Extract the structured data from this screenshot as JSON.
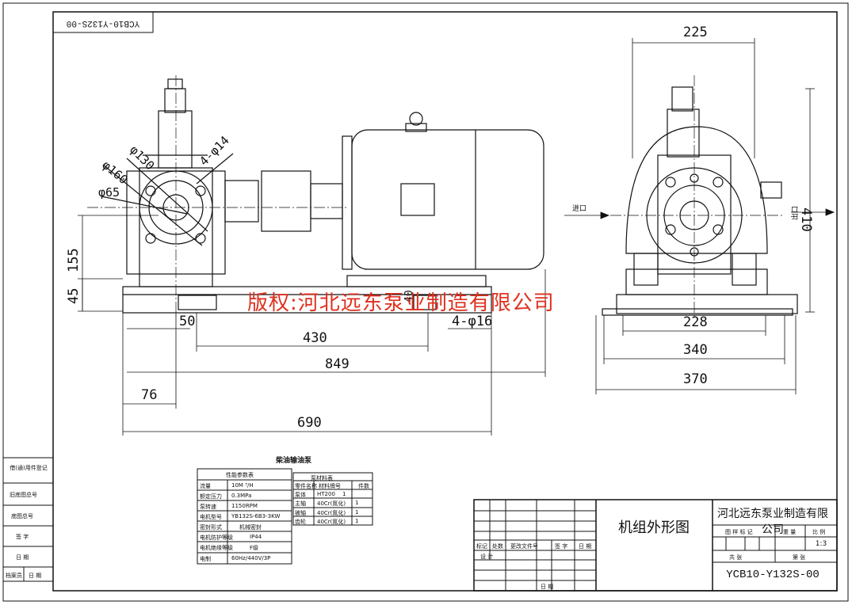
{
  "drawing_code_top": "YCB10-Y132S-00",
  "watermark": "版权:河北远东泵业制造有限公司",
  "dimensions": {
    "d225": "225",
    "d410": "410",
    "d228": "228",
    "d340": "340",
    "d370": "370",
    "d50": "50",
    "d430": "430",
    "d849": "849",
    "d76": "76",
    "d690": "690",
    "d155": "155",
    "d45": "45",
    "d40": "40",
    "holes": "4-φ16",
    "phi160": "φ160",
    "phi130": "φ130",
    "phi14": "4-φ14",
    "phi65": "φ65"
  },
  "labels": {
    "inlet": "进口",
    "outlet": "出口",
    "pump_name": "柴油输油泵"
  },
  "perf_table": {
    "title": "性能参数表",
    "rows": [
      [
        "流量",
        "10M ³/H"
      ],
      [
        "额定压力",
        "0.3MPa"
      ],
      [
        "泵转速",
        "1150RPM"
      ],
      [
        "电机型号",
        "YB132S-6B3-3KW"
      ],
      [
        "密封形式",
        "机械密封"
      ],
      [
        "电机防护等级",
        "IP44"
      ],
      [
        "电机绝缘等级",
        "F级"
      ],
      [
        "电制",
        "60Hz/440V/3P"
      ]
    ]
  },
  "material_table": {
    "title": "泵材料表",
    "header": [
      "零件名称",
      "材料牌号",
      "件数"
    ],
    "rows": [
      [
        "泵体",
        "HT200",
        "1"
      ],
      [
        "主轴",
        "40Cr(氮化)",
        "1"
      ],
      [
        "被轴",
        "40Cr(氮化)",
        "1"
      ],
      [
        "齿轮",
        "40Cr(氮化)",
        "1"
      ]
    ]
  },
  "left_margin": {
    "rows": [
      "借(通)用件登记",
      "旧底图总号",
      "底图总号",
      "签  字",
      "日  期"
    ],
    "bottom": [
      "档案员",
      "日 期"
    ]
  },
  "title_block": {
    "drawing_title": "机组外形图",
    "company": "河北远东泵业制造有限公司",
    "code": "YCB10-Y132S-00",
    "scale": "1:3",
    "headers": [
      "图 样 标 记",
      "重 量",
      "比 例"
    ],
    "sheet": [
      "共   张",
      "第   张"
    ],
    "rev_headers": [
      "标记",
      "处数",
      "更改文件号",
      "签 字",
      "日 期"
    ],
    "design": "设  计",
    "date": "日 期"
  }
}
